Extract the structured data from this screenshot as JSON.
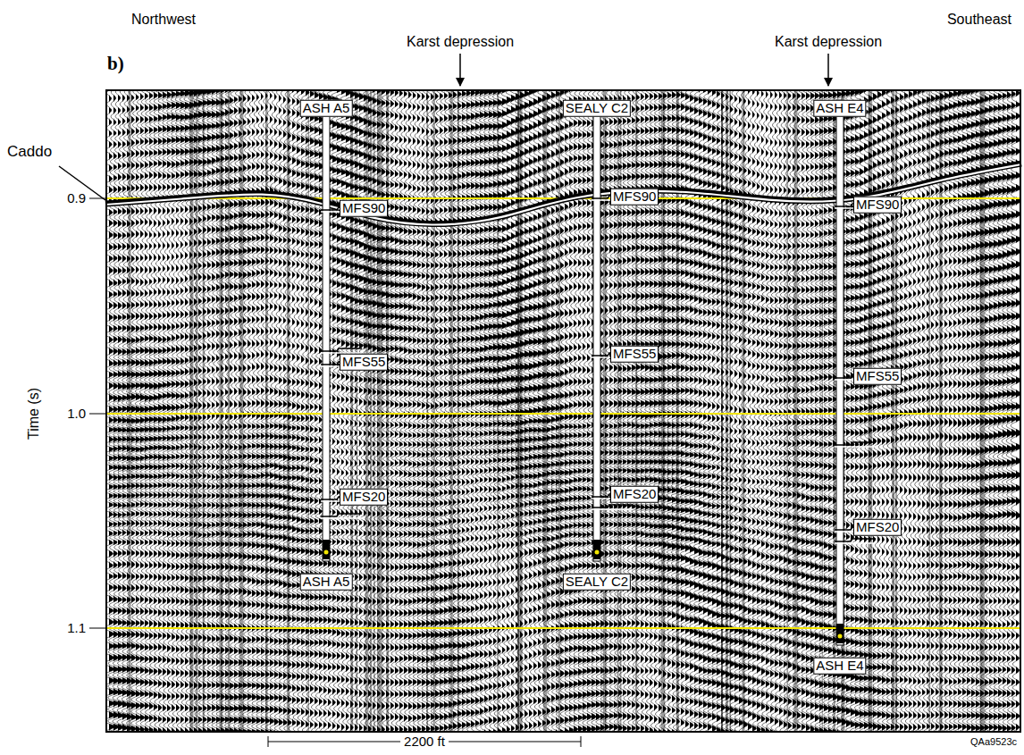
{
  "diagram": {
    "labels": [
      "Northwest",
      "Southeast",
      "b)",
      "Karst depression",
      "Karst depression",
      "Caddo",
      "0.9",
      "1.0",
      "1.1",
      "Time (s)",
      "ASH A5",
      "SEALY C2",
      "ASH E4",
      "MFS90",
      "MFS90",
      "MFS90",
      "MFS55",
      "MFS55",
      "MFS55",
      "MFS20",
      "MFS20",
      "MFS20",
      "ASH A5",
      "SEALY C2",
      "ASH E4",
      "2200 ft",
      "QAa9523c"
    ]
  }
}
